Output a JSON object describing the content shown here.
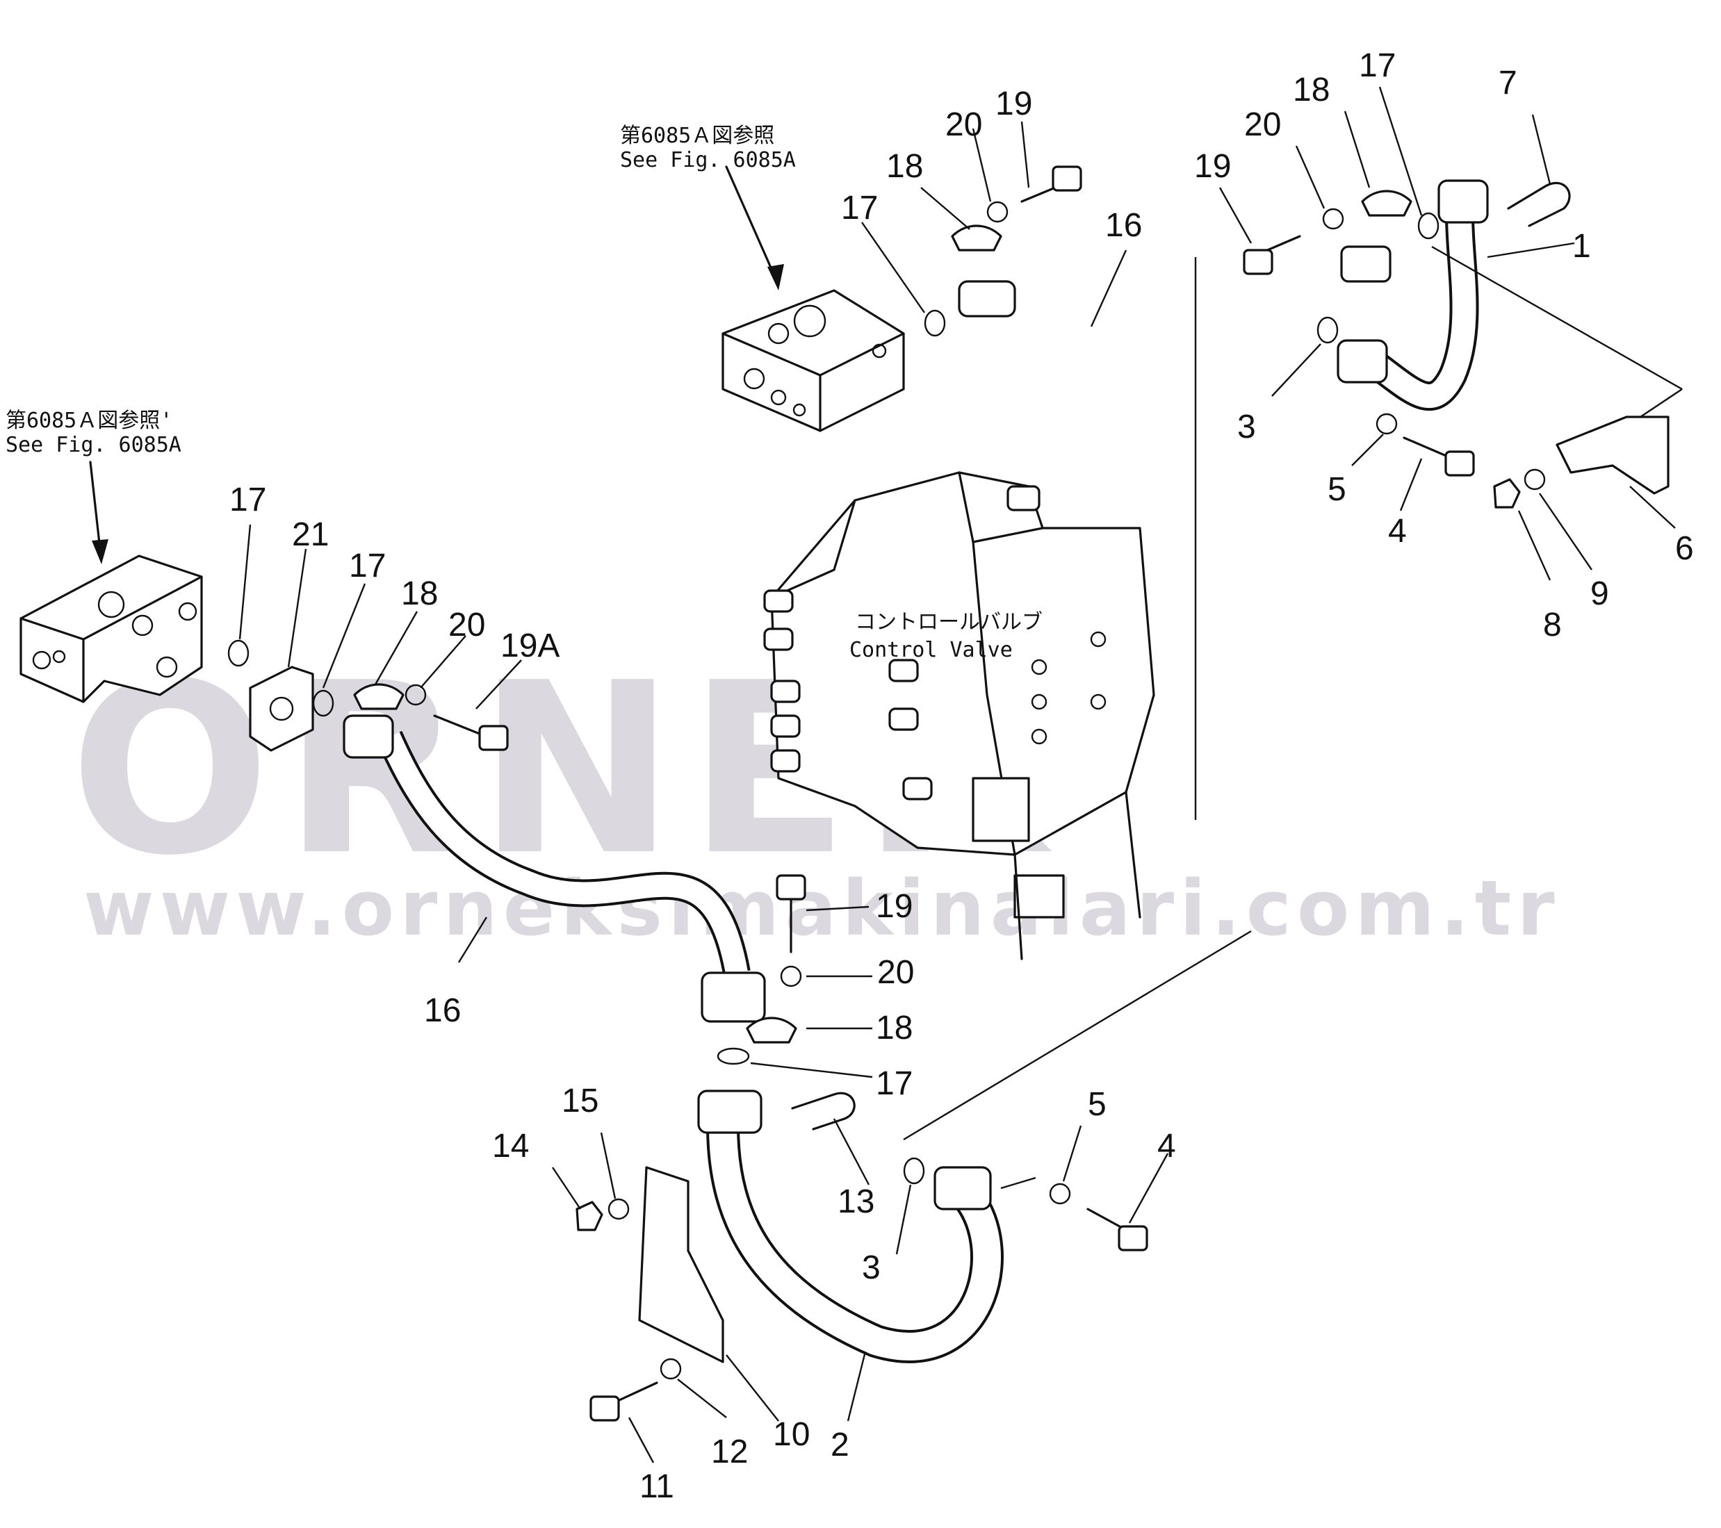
{
  "watermark": {
    "brand": "ORNEK",
    "url": "www.orneksimakinalari.com.tr"
  },
  "references": {
    "upper_ja": "第6085Ａ図参照",
    "upper_en": "See Fig. 6085A",
    "left_ja": "第6085Ａ図参照'",
    "left_en": "See Fig. 6085A"
  },
  "control_valve": {
    "ja": "コントロールバルブ",
    "en": "Control Valve"
  },
  "callouts": [
    "1",
    "2",
    "3",
    "3",
    "4",
    "4",
    "5",
    "5",
    "6",
    "7",
    "8",
    "9",
    "10",
    "11",
    "12",
    "13",
    "14",
    "15",
    "16",
    "16",
    "17",
    "17",
    "17",
    "17",
    "17",
    "18",
    "18",
    "18",
    "18",
    "19",
    "19",
    "19",
    "19A",
    "20",
    "20",
    "20",
    "20",
    "21"
  ]
}
